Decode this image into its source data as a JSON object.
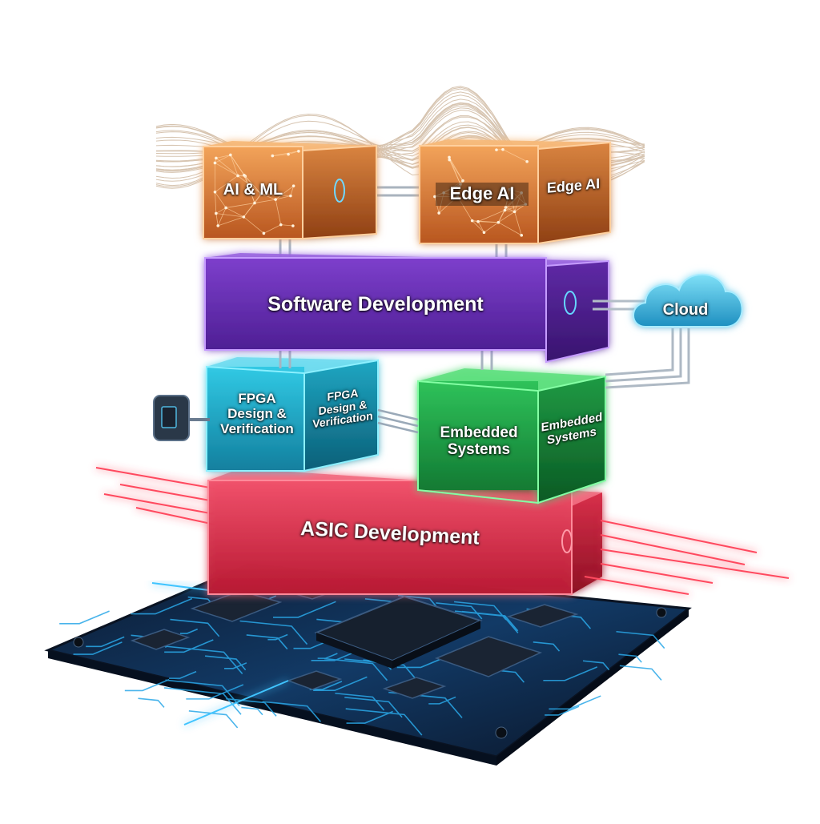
{
  "diagram": {
    "layers": {
      "ai_ml": "AI & ML",
      "edge_ai_front": "Edge AI",
      "edge_ai_side": "Edge AI",
      "software": "Software Development",
      "cloud": "Cloud",
      "fpga_front": "FPGA\nDesign &\nVerification",
      "fpga_side": "FPGA\nDesign &\nVerification",
      "embedded_front": "Embedded\nSystems",
      "embedded_side": "Embedded\nSystems",
      "asic": "ASIC Development"
    },
    "colors": {
      "ai_block": "#e0883a",
      "software_block": "#6a2fb3",
      "cloud": "#3fb4dc",
      "fpga_block": "#21b8d6",
      "embedded_block": "#1fa84a",
      "asic_block": "#e0293f",
      "pcb": "#0d1f3a",
      "pcb_trace": "#2aa8e8",
      "wave": "#b69470"
    },
    "icons": {
      "cloud": "cloud-icon",
      "chip": "chip-icon",
      "device": "device-icon"
    }
  }
}
